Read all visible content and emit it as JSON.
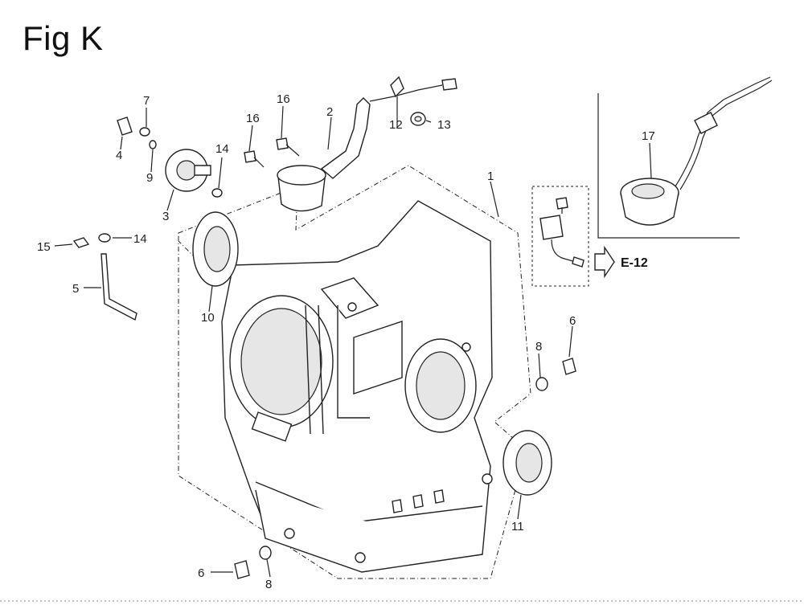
{
  "title": "Fig K",
  "callouts": {
    "c1": "1",
    "c2": "2",
    "c3": "3",
    "c4": "4",
    "c5": "5",
    "c6a": "6",
    "c6b": "6",
    "c7": "7",
    "c8a": "8",
    "c8b": "8",
    "c9": "9",
    "c10": "10",
    "c11": "11",
    "c12": "12",
    "c13": "13",
    "c14a": "14",
    "c14b": "14",
    "c15": "15",
    "c16a": "16",
    "c16b": "16",
    "c17": "17"
  },
  "reference": "E-12"
}
